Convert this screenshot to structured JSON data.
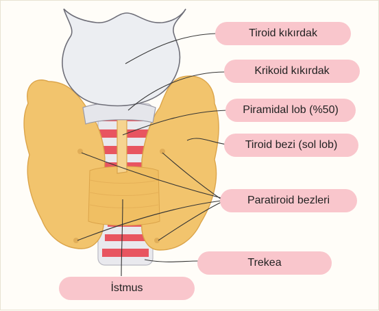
{
  "diagram": {
    "labels": [
      {
        "id": "tiroid-kikirdak",
        "text": "Tiroid kıkırdak"
      },
      {
        "id": "krikoid-kikirdak",
        "text": "Krikoid kıkırdak"
      },
      {
        "id": "piramidal-lob",
        "text": "Piramidal lob (%50)"
      },
      {
        "id": "tiroid-bezi",
        "text": "Tiroid bezi (sol lob)"
      },
      {
        "id": "paratiroid",
        "text": "Paratiroid bezleri"
      },
      {
        "id": "trekea",
        "text": "Trekea"
      },
      {
        "id": "istmus",
        "text": "İstmus"
      }
    ],
    "colors": {
      "label_fill": "#f9c6cc",
      "gland": "#f2c46d",
      "cartilage": "#e8e8ec",
      "trachea_ring": "#e85560",
      "leader_line": "#333333"
    }
  }
}
